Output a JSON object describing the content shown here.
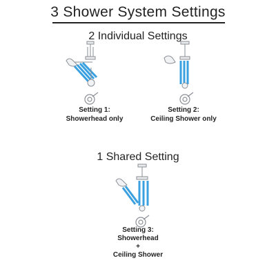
{
  "title": "3 Shower System Settings",
  "sections": {
    "individual": {
      "heading": "2 Individual Settings"
    },
    "shared": {
      "heading": "1 Shared Setting"
    }
  },
  "settings": [
    {
      "line1": "Setting 1:",
      "line2": "Showerhead only"
    },
    {
      "line1": "Setting 2:",
      "line2": "Ceiling Shower only"
    },
    {
      "line1": "Setting 3:",
      "line2": "Showerhead",
      "line3": "+",
      "line4": "Ceiling Shower"
    }
  ],
  "colors": {
    "water": "#3aa0e0",
    "chrome": "#8a8f96",
    "text": "#222222"
  }
}
